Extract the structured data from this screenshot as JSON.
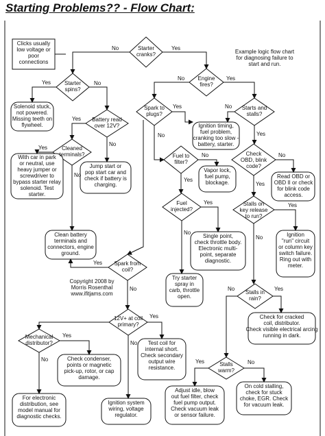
{
  "title": "Starting Problems?? - Flow Chart:",
  "copyright": [
    "Copyright 2008 by",
    "Morris Rosenthal",
    "www.ifitjams.com"
  ],
  "note_example": [
    "Example logic flow chart",
    "for diagnosing failure to",
    "start and run."
  ],
  "nodes": {
    "starter_cranks": [
      "Starter",
      "cranks?"
    ],
    "clicks_note": [
      "Clicks usually",
      "low voltage or",
      "poor",
      "connections"
    ],
    "starter_spins": [
      "Starter",
      "spins?"
    ],
    "engine_fires": [
      "Engine",
      "fires?"
    ],
    "solenoid_stuck": [
      "Solenoid stuck,",
      "not powered.",
      "Missing teeth on",
      "flywheel."
    ],
    "battery_read": [
      "Battery read",
      "over 12V?"
    ],
    "spark_plugs": [
      "Spark to",
      "plugs?"
    ],
    "starts_stalls": [
      "Starts and",
      "stalls?"
    ],
    "ignition_timing": [
      "Ignition timing,",
      "fuel problem,",
      "cranking too slow -",
      "battery, starter."
    ],
    "cleaned_terminals": [
      "Cleaned",
      "terminals?"
    ],
    "check_obd": [
      "Check",
      "OBD, blink",
      "code?"
    ],
    "fuel_filter": [
      "Fuel to",
      "filter?"
    ],
    "vapor_lock": [
      "Vapor lock,",
      "fuel pump,",
      "blockage."
    ],
    "read_obd": [
      "Read OBD or",
      "OBD II or check",
      "for blink code",
      "access."
    ],
    "car_in_park": [
      "With car in park",
      "or neutral, use",
      "heavy jumper or",
      "screwdriver to",
      "bypass starter relay",
      "solenoid. Test",
      "starter."
    ],
    "jump_start": [
      "Jump start or",
      "pop start car and",
      "check if battery is",
      "charging."
    ],
    "fuel_injected": [
      "Fuel",
      "injected?"
    ],
    "stalls_key": [
      "Stalls on",
      "key release",
      "to run?"
    ],
    "single_point": [
      "Single point,",
      "check throttle body.",
      "Electronic multi-",
      "point, separate",
      "diagnostic."
    ],
    "ignition_run": [
      "Ignition",
      "\"run\" circuit",
      "or column key",
      "switch failure.",
      "Ring out with",
      "meter."
    ],
    "clean_battery": [
      "Clean battery",
      "terminals and",
      "connectors, engine",
      "ground."
    ],
    "spark_coil": [
      "Spark from",
      "coil?"
    ],
    "try_starter": [
      "Try starter",
      "spray in",
      "carb, throttle",
      "open."
    ],
    "stalls_rain": [
      "Stalls in",
      "rain?"
    ],
    "coil_primary": [
      "12V+ at coil",
      "primary?"
    ],
    "cracked_coil": [
      "Check for cracked",
      "coil, distributor.",
      "Check visible electrical arcing",
      "running in dark."
    ],
    "mech_distributor": [
      "Mechanical",
      "distributor?"
    ],
    "test_coil": [
      "Test coil for",
      "internal short.",
      "Check secondary",
      "output wire",
      "resistance."
    ],
    "check_condenser": [
      "Check condenser,",
      "points or magnetic",
      "pick-up, rotor, or cap",
      "damage."
    ],
    "stalls_warm": [
      "Stalls",
      "warm?"
    ],
    "electronic_dist": [
      "For electronic",
      "distribution, see",
      "model manual for",
      "diagnostic checks."
    ],
    "ignition_wiring": [
      "Ignition system",
      "wiring, voltage",
      "regulator."
    ],
    "adjust_idle": [
      "Adjust idle, blow",
      "out fuel filter, check",
      "fuel pump output.",
      "Check vacuum leak",
      "or sensor failure."
    ],
    "cold_stalling": [
      "On cold stalling,",
      "check for stuck",
      "choke, EGR. Check",
      "for vacuum leak."
    ]
  },
  "labels": {
    "yes": "Yes",
    "no": "No"
  },
  "colors": {
    "line": "#111111",
    "fill": "#ffffff"
  }
}
